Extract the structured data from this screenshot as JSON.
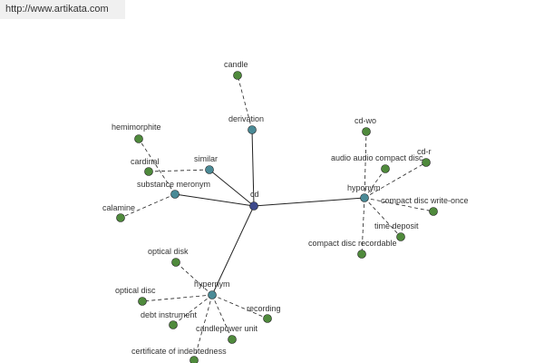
{
  "header": {
    "url": "http://www.artikata.com"
  },
  "colors": {
    "center_node": "#3e4a8c",
    "hub_node": "#4a8a96",
    "leaf_node": "#4f8a3c",
    "edge": "#222222"
  },
  "graph": {
    "center": {
      "id": "cd",
      "label": "cd"
    },
    "hubs": [
      {
        "id": "derivation",
        "label": "derivation"
      },
      {
        "id": "similar",
        "label": "similar"
      },
      {
        "id": "substance-meronym",
        "label": "substance meronym"
      },
      {
        "id": "hyponym",
        "label": "hyponym"
      },
      {
        "id": "hypernym",
        "label": "hypernym"
      }
    ],
    "leaves": [
      {
        "id": "candle",
        "label": "candle",
        "hub": "derivation"
      },
      {
        "id": "cardinal",
        "label": "cardinal",
        "hub": "similar"
      },
      {
        "id": "hemimorphite",
        "label": "hemimorphite",
        "hub": "substance-meronym"
      },
      {
        "id": "calamine",
        "label": "calamine",
        "hub": "substance-meronym"
      },
      {
        "id": "cd-wo",
        "label": "cd-wo",
        "hub": "hyponym"
      },
      {
        "id": "cd-r",
        "label": "cd-r",
        "hub": "hyponym"
      },
      {
        "id": "audio-compact-disc",
        "label": "audio audio compact disc",
        "hub": "hyponym"
      },
      {
        "id": "compact-disc-write-once",
        "label": "compact disc write-once",
        "hub": "hyponym"
      },
      {
        "id": "time-deposit",
        "label": "time deposit",
        "hub": "hyponym"
      },
      {
        "id": "compact-disc-recordable",
        "label": "compact disc recordable",
        "hub": "hyponym"
      },
      {
        "id": "optical-disk",
        "label": "optical disk",
        "hub": "hypernym"
      },
      {
        "id": "optical-disc",
        "label": "optical disc",
        "hub": "hypernym"
      },
      {
        "id": "debt-instrument",
        "label": "debt instrument",
        "hub": "hypernym"
      },
      {
        "id": "recording",
        "label": "recording",
        "hub": "hypernym"
      },
      {
        "id": "candlepower-unit",
        "label": "candlepower unit",
        "hub": "hypernym"
      },
      {
        "id": "certificate-of-indebtedness",
        "label": "certificate of indebtedness",
        "hub": "hypernym"
      }
    ]
  }
}
